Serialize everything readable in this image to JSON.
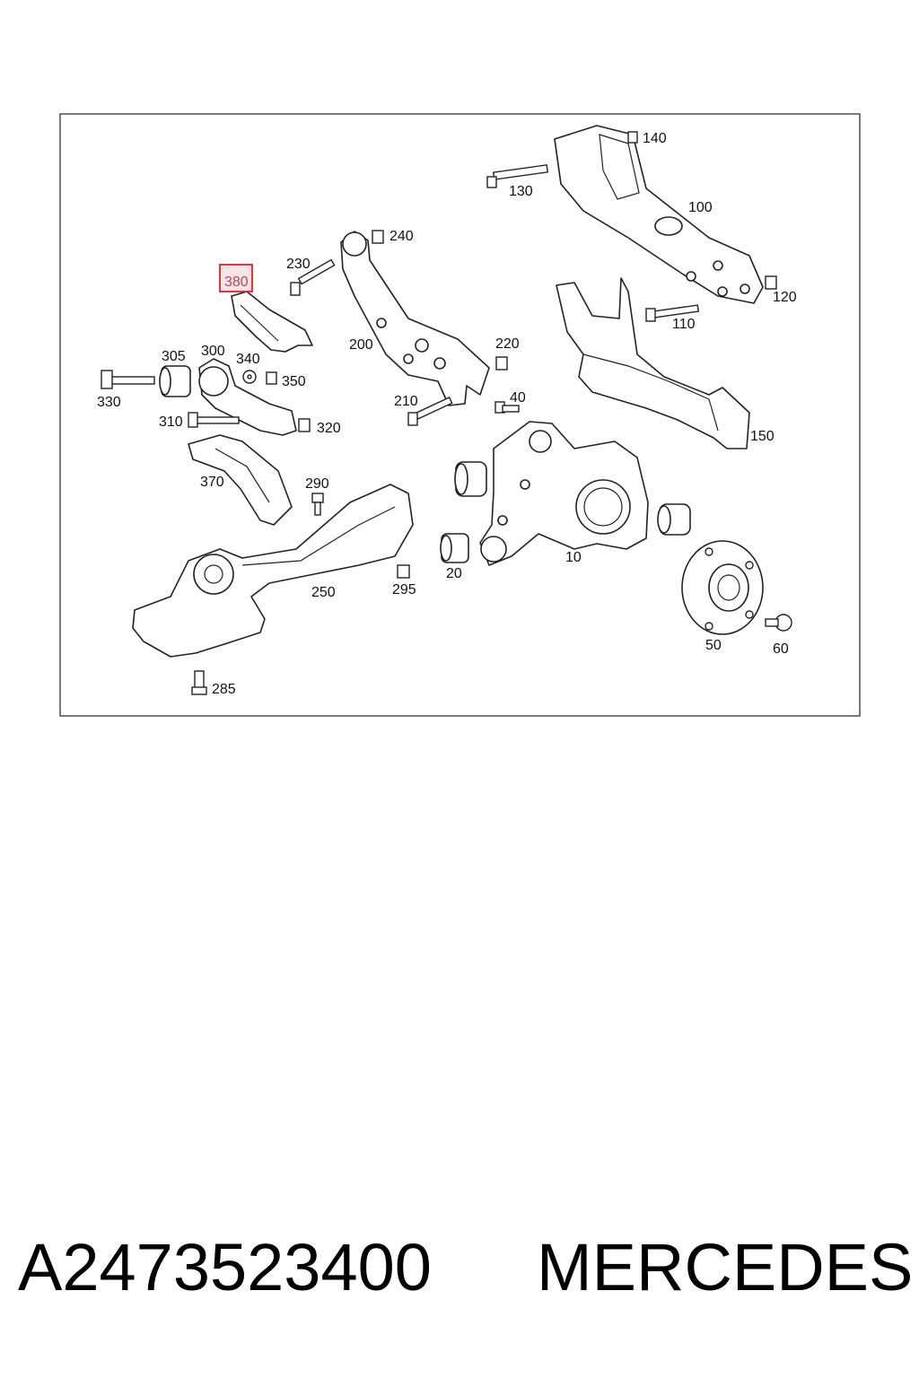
{
  "diagram": {
    "highlight_color": "#e0202a",
    "labels": {
      "p140": "140",
      "p130": "130",
      "p100": "100",
      "p240": "240",
      "p230": "230",
      "p380": "380",
      "p120": "120",
      "p110": "110",
      "p200": "200",
      "p220": "220",
      "p305": "305",
      "p300": "300",
      "p340": "340",
      "p350": "350",
      "p330": "330",
      "p210": "210",
      "p40": "40",
      "p310": "310",
      "p320": "320",
      "p150": "150",
      "p370": "370",
      "p290": "290",
      "p10": "10",
      "p20": "20",
      "p295": "295",
      "p250": "250",
      "p50": "50",
      "p60": "60",
      "p285": "285"
    }
  },
  "caption": {
    "part_number": "A2473523400",
    "brand": "MERCEDES"
  }
}
